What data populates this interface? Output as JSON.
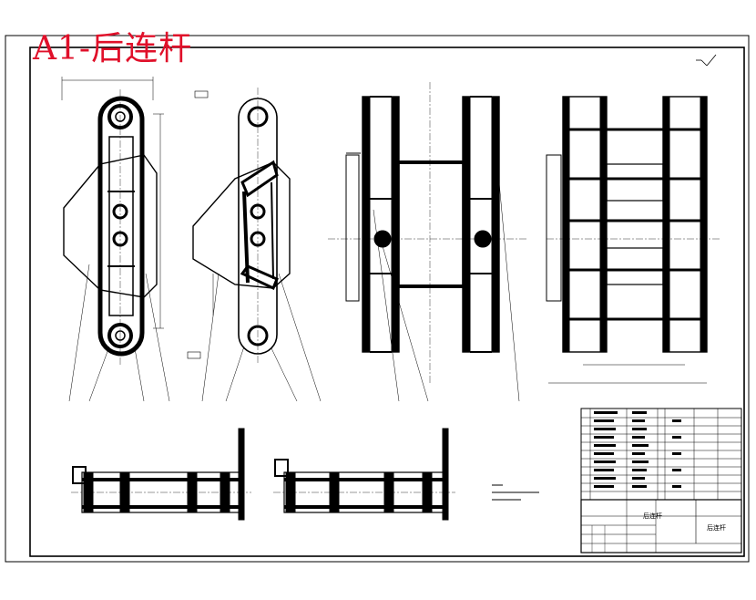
{
  "drawing": {
    "title_label": "A1-后连杆",
    "title_block": {
      "part_name": "后连杆",
      "mid_label": "后连杆"
    }
  },
  "colors": {
    "title_red": "#e0102a",
    "line_black": "#000000",
    "dim_gray": "#555555"
  }
}
